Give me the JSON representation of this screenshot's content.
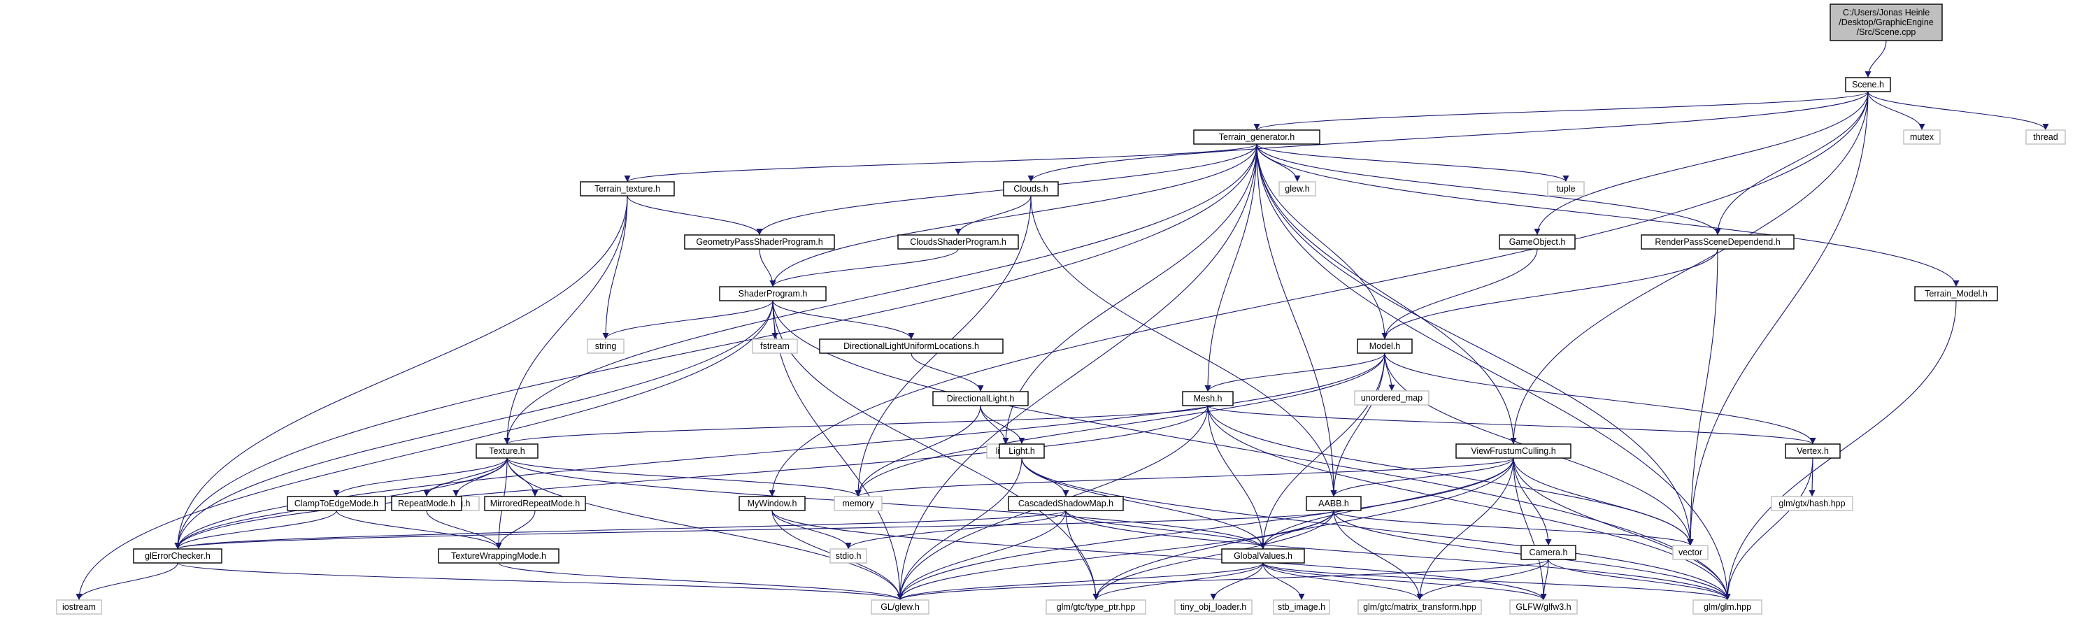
{
  "graph": {
    "colors": {
      "edge": "#191970",
      "root_fill": "#bfbfbf",
      "node_border": "#000000",
      "external_border": "#bfbfbf"
    },
    "nodes": [
      {
        "id": "root",
        "lines": [
          "C:/Users/Jonas Heinle",
          "/Desktop/GraphicEngine",
          "/Src/Scene.cpp"
        ],
        "kind": "root"
      },
      {
        "id": "scene",
        "lines": [
          "Scene.h"
        ],
        "kind": "internal"
      },
      {
        "id": "terrain_gen",
        "lines": [
          "Terrain_generator.h"
        ],
        "kind": "internal"
      },
      {
        "id": "mutex",
        "lines": [
          "mutex"
        ],
        "kind": "external"
      },
      {
        "id": "thread",
        "lines": [
          "thread"
        ],
        "kind": "external"
      },
      {
        "id": "terrain_tex",
        "lines": [
          "Terrain_texture.h"
        ],
        "kind": "internal"
      },
      {
        "id": "clouds",
        "lines": [
          "Clouds.h"
        ],
        "kind": "internal"
      },
      {
        "id": "glewh",
        "lines": [
          "glew.h"
        ],
        "kind": "external"
      },
      {
        "id": "tuple",
        "lines": [
          "tuple"
        ],
        "kind": "external"
      },
      {
        "id": "gpsp",
        "lines": [
          "GeometryPassShaderProgram.h"
        ],
        "kind": "internal"
      },
      {
        "id": "csp",
        "lines": [
          "CloudsShaderProgram.h"
        ],
        "kind": "internal"
      },
      {
        "id": "gameobj",
        "lines": [
          "GameObject.h"
        ],
        "kind": "internal"
      },
      {
        "id": "rpsd",
        "lines": [
          "RenderPassSceneDependend.h"
        ],
        "kind": "internal"
      },
      {
        "id": "terrain_model",
        "lines": [
          "Terrain_Model.h"
        ],
        "kind": "internal"
      },
      {
        "id": "shaderprog",
        "lines": [
          "ShaderProgram.h"
        ],
        "kind": "internal"
      },
      {
        "id": "string",
        "lines": [
          "string"
        ],
        "kind": "external"
      },
      {
        "id": "fstream",
        "lines": [
          "fstream"
        ],
        "kind": "external"
      },
      {
        "id": "dlul",
        "lines": [
          "DirectionalLightUniformLocations.h"
        ],
        "kind": "internal"
      },
      {
        "id": "model",
        "lines": [
          "Model.h"
        ],
        "kind": "internal"
      },
      {
        "id": "unordered_map",
        "lines": [
          "unordered_map"
        ],
        "kind": "external"
      },
      {
        "id": "dirlight",
        "lines": [
          "DirectionalLight.h"
        ],
        "kind": "internal"
      },
      {
        "id": "mesh",
        "lines": [
          "Mesh.h"
        ],
        "kind": "internal"
      },
      {
        "id": "limits",
        "lines": [
          "limits"
        ],
        "kind": "external"
      },
      {
        "id": "texture",
        "lines": [
          "Texture.h"
        ],
        "kind": "internal"
      },
      {
        "id": "light",
        "lines": [
          "Light.h"
        ],
        "kind": "internal"
      },
      {
        "id": "vfc",
        "lines": [
          "ViewFrustumCulling.h"
        ],
        "kind": "internal"
      },
      {
        "id": "vertex",
        "lines": [
          "Vertex.h"
        ],
        "kind": "internal"
      },
      {
        "id": "stringh",
        "lines": [
          "string.h"
        ],
        "kind": "external"
      },
      {
        "id": "clamp",
        "lines": [
          "ClampToEdgeMode.h"
        ],
        "kind": "internal"
      },
      {
        "id": "repeat",
        "lines": [
          "RepeatMode.h"
        ],
        "kind": "internal"
      },
      {
        "id": "mirrored",
        "lines": [
          "MirroredRepeatMode.h"
        ],
        "kind": "internal"
      },
      {
        "id": "memory",
        "lines": [
          "memory"
        ],
        "kind": "external"
      },
      {
        "id": "mywindow",
        "lines": [
          "MyWindow.h"
        ],
        "kind": "internal"
      },
      {
        "id": "csm",
        "lines": [
          "CascadedShadowMap.h"
        ],
        "kind": "internal"
      },
      {
        "id": "aabb",
        "lines": [
          "AABB.h"
        ],
        "kind": "internal"
      },
      {
        "id": "glmhash",
        "lines": [
          "glm/gtx/hash.hpp"
        ],
        "kind": "external"
      },
      {
        "id": "vector",
        "lines": [
          "vector"
        ],
        "kind": "external"
      },
      {
        "id": "camera",
        "lines": [
          "Camera.h"
        ],
        "kind": "internal"
      },
      {
        "id": "glerror",
        "lines": [
          "glErrorChecker.h"
        ],
        "kind": "internal"
      },
      {
        "id": "texwrap",
        "lines": [
          "TextureWrappingMode.h"
        ],
        "kind": "internal"
      },
      {
        "id": "stdio",
        "lines": [
          "stdio.h"
        ],
        "kind": "external"
      },
      {
        "id": "globalvals",
        "lines": [
          "GlobalValues.h"
        ],
        "kind": "internal"
      },
      {
        "id": "iostream",
        "lines": [
          "iostream"
        ],
        "kind": "external"
      },
      {
        "id": "glglew",
        "lines": [
          "GL/glew.h"
        ],
        "kind": "external"
      },
      {
        "id": "typeptr",
        "lines": [
          "glm/gtc/type_ptr.hpp"
        ],
        "kind": "external"
      },
      {
        "id": "tinyobj",
        "lines": [
          "tiny_obj_loader.h"
        ],
        "kind": "external"
      },
      {
        "id": "stbimage",
        "lines": [
          "stb_image.h"
        ],
        "kind": "external"
      },
      {
        "id": "mattrans",
        "lines": [
          "glm/gtc/matrix_transform.hpp"
        ],
        "kind": "external"
      },
      {
        "id": "glfw",
        "lines": [
          "GLFW/glfw3.h"
        ],
        "kind": "external"
      },
      {
        "id": "glmglm",
        "lines": [
          "glm/glm.hpp"
        ],
        "kind": "external"
      }
    ],
    "edges": [
      [
        "root",
        "scene"
      ],
      [
        "scene",
        "terrain_gen"
      ],
      [
        "scene",
        "mutex"
      ],
      [
        "scene",
        "thread"
      ],
      [
        "scene",
        "clouds"
      ],
      [
        "scene",
        "gameobj"
      ],
      [
        "scene",
        "rpsd"
      ],
      [
        "scene",
        "vfc"
      ],
      [
        "scene",
        "vector"
      ],
      [
        "scene",
        "mywindow"
      ],
      [
        "terrain_gen",
        "terrain_tex"
      ],
      [
        "terrain_gen",
        "glewh"
      ],
      [
        "terrain_gen",
        "tuple"
      ],
      [
        "terrain_gen",
        "gpsp"
      ],
      [
        "terrain_gen",
        "shaderprog"
      ],
      [
        "terrain_gen",
        "rpsd"
      ],
      [
        "terrain_gen",
        "terrain_model"
      ],
      [
        "terrain_gen",
        "model"
      ],
      [
        "terrain_gen",
        "mesh"
      ],
      [
        "terrain_gen",
        "limits"
      ],
      [
        "terrain_gen",
        "texture"
      ],
      [
        "terrain_gen",
        "vfc"
      ],
      [
        "terrain_gen",
        "aabb"
      ],
      [
        "terrain_gen",
        "glerror"
      ],
      [
        "terrain_gen",
        "glglew"
      ],
      [
        "terrain_gen",
        "vector"
      ],
      [
        "terrain_gen",
        "glmglm"
      ],
      [
        "terrain_tex",
        "gpsp"
      ],
      [
        "terrain_tex",
        "string"
      ],
      [
        "terrain_tex",
        "texture"
      ],
      [
        "terrain_tex",
        "glerror"
      ],
      [
        "clouds",
        "csp"
      ],
      [
        "clouds",
        "memory"
      ],
      [
        "clouds",
        "aabb"
      ],
      [
        "gpsp",
        "shaderprog"
      ],
      [
        "csp",
        "shaderprog"
      ],
      [
        "gameobj",
        "model"
      ],
      [
        "rpsd",
        "model"
      ],
      [
        "rpsd",
        "vector"
      ],
      [
        "terrain_model",
        "glmglm"
      ],
      [
        "shaderprog",
        "string"
      ],
      [
        "shaderprog",
        "fstream"
      ],
      [
        "shaderprog",
        "dlul"
      ],
      [
        "shaderprog",
        "iostream"
      ],
      [
        "shaderprog",
        "glerror"
      ],
      [
        "shaderprog",
        "glglew"
      ],
      [
        "shaderprog",
        "typeptr"
      ],
      [
        "shaderprog",
        "glmglm"
      ],
      [
        "dlul",
        "dirlight"
      ],
      [
        "model",
        "unordered_map"
      ],
      [
        "model",
        "mesh"
      ],
      [
        "model",
        "memory"
      ],
      [
        "model",
        "vertex"
      ],
      [
        "model",
        "aabb"
      ],
      [
        "model",
        "globalvals"
      ],
      [
        "model",
        "vector"
      ],
      [
        "model",
        "glerror"
      ],
      [
        "dirlight",
        "light"
      ],
      [
        "dirlight",
        "memory"
      ],
      [
        "dirlight",
        "limits"
      ],
      [
        "mesh",
        "texture"
      ],
      [
        "mesh",
        "vertex"
      ],
      [
        "mesh",
        "globalvals"
      ],
      [
        "mesh",
        "glglew"
      ],
      [
        "mesh",
        "vector"
      ],
      [
        "mesh",
        "glmglm"
      ],
      [
        "mesh",
        "glerror"
      ],
      [
        "texture",
        "stringh"
      ],
      [
        "texture",
        "clamp"
      ],
      [
        "texture",
        "repeat"
      ],
      [
        "texture",
        "mirrored"
      ],
      [
        "texture",
        "texwrap"
      ],
      [
        "texture",
        "memory"
      ],
      [
        "texture",
        "glerror"
      ],
      [
        "texture",
        "glglew"
      ],
      [
        "texture",
        "globalvals"
      ],
      [
        "light",
        "csm"
      ],
      [
        "light",
        "glglew"
      ],
      [
        "light",
        "glmglm"
      ],
      [
        "light",
        "globalvals"
      ],
      [
        "vfc",
        "memory"
      ],
      [
        "vfc",
        "aabb"
      ],
      [
        "vfc",
        "camera"
      ],
      [
        "vfc",
        "vector"
      ],
      [
        "vfc",
        "globalvals"
      ],
      [
        "vfc",
        "glmglm"
      ],
      [
        "vfc",
        "mattrans"
      ],
      [
        "vfc",
        "glfw"
      ],
      [
        "vfc",
        "typeptr"
      ],
      [
        "vfc",
        "glglew"
      ],
      [
        "vertex",
        "glmhash"
      ],
      [
        "vertex",
        "glmglm"
      ],
      [
        "clamp",
        "texwrap"
      ],
      [
        "clamp",
        "glerror"
      ],
      [
        "repeat",
        "texwrap"
      ],
      [
        "mirrored",
        "texwrap"
      ],
      [
        "mywindow",
        "stdio"
      ],
      [
        "mywindow",
        "glglew"
      ],
      [
        "mywindow",
        "glfw"
      ],
      [
        "csm",
        "glerror"
      ],
      [
        "csm",
        "globalvals"
      ],
      [
        "csm",
        "stdio"
      ],
      [
        "csm",
        "glglew"
      ],
      [
        "csm",
        "typeptr"
      ],
      [
        "csm",
        "glmglm"
      ],
      [
        "aabb",
        "glerror"
      ],
      [
        "aabb",
        "vector"
      ],
      [
        "aabb",
        "globalvals"
      ],
      [
        "aabb",
        "glglew"
      ],
      [
        "aabb",
        "glmglm"
      ],
      [
        "aabb",
        "mattrans"
      ],
      [
        "aabb",
        "typeptr"
      ],
      [
        "camera",
        "glmglm"
      ],
      [
        "camera",
        "mattrans"
      ],
      [
        "camera",
        "glfw"
      ],
      [
        "camera",
        "glglew"
      ],
      [
        "glerror",
        "iostream"
      ],
      [
        "glerror",
        "glglew"
      ],
      [
        "texwrap",
        "glglew"
      ],
      [
        "globalvals",
        "glglew"
      ],
      [
        "globalvals",
        "typeptr"
      ],
      [
        "globalvals",
        "tinyobj"
      ],
      [
        "globalvals",
        "stbimage"
      ],
      [
        "globalvals",
        "mattrans"
      ],
      [
        "globalvals",
        "glfw"
      ],
      [
        "globalvals",
        "glmglm"
      ]
    ]
  }
}
